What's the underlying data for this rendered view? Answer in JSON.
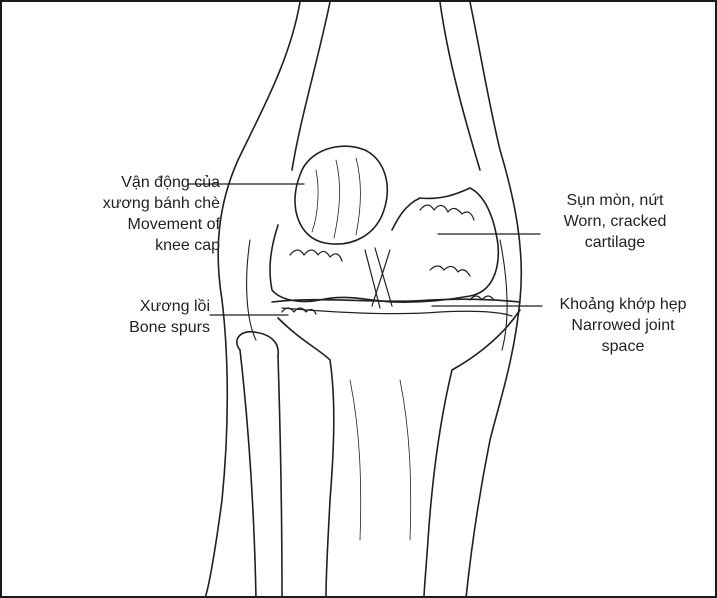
{
  "labels": {
    "kneecap": {
      "vi_line1": "Vận động của",
      "vi_line2": "xương bánh chè",
      "en_line1": "Movement of",
      "en_line2": "knee cap"
    },
    "spurs": {
      "vi": "Xương lồi",
      "en": "Bone spurs"
    },
    "cartilage": {
      "vi": "Sụn mòn, nứt",
      "en_line1": "Worn, cracked",
      "en_line2": "cartilage"
    },
    "joint": {
      "vi": "Khoảng khớp hẹp",
      "en_line1": "Narrowed joint",
      "en_line2": "space"
    }
  },
  "colors": {
    "ink": "#231f20",
    "background": "#ffffff",
    "border": "#1a1a1a"
  }
}
